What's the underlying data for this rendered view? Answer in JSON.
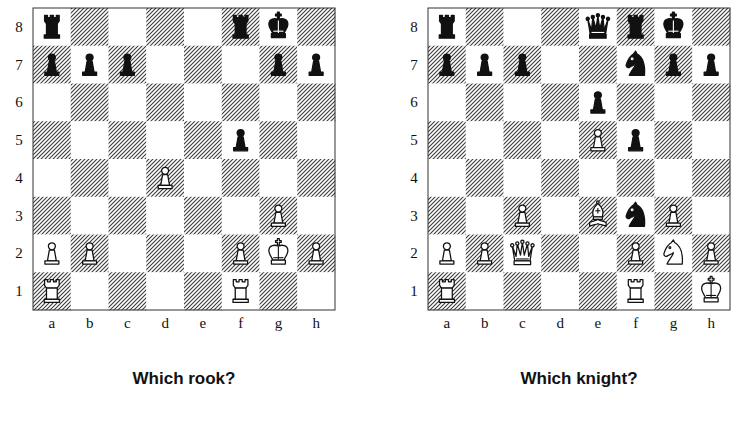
{
  "diagram": {
    "labels": [
      "8",
      "7",
      "6",
      "5",
      "4",
      "3",
      "2",
      "1",
      "a",
      "b",
      "c",
      "d",
      "e",
      "f",
      "g",
      "h",
      "Which rook?",
      "8",
      "7",
      "6",
      "5",
      "4",
      "3",
      "2",
      "1",
      "a",
      "b",
      "c",
      "d",
      "e",
      "f",
      "g",
      "h",
      "Which knight?"
    ]
  }
}
